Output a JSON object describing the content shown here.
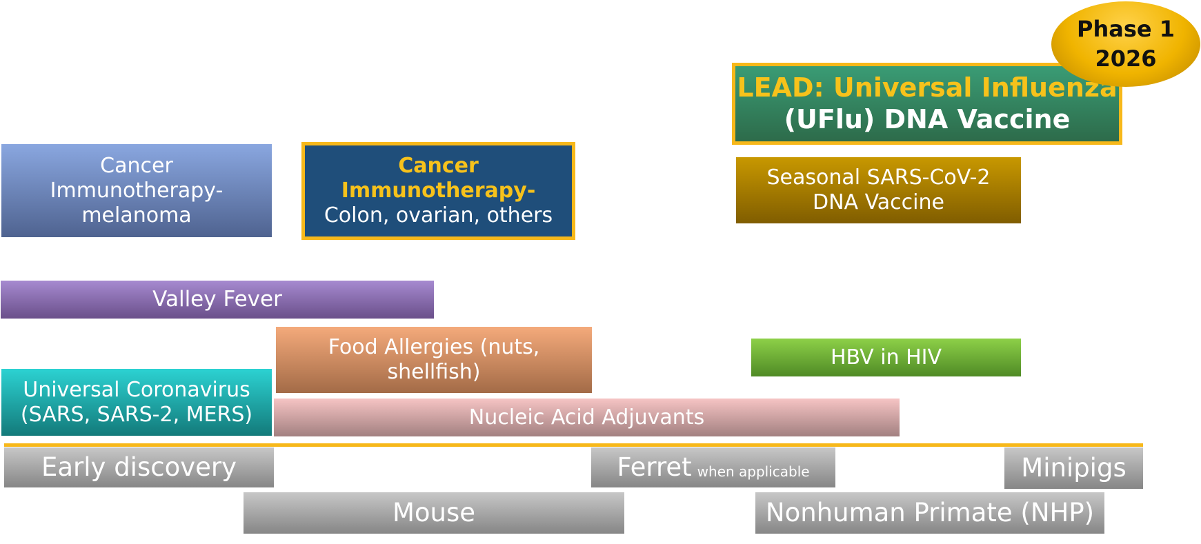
{
  "programs": {
    "melanoma": {
      "lines": [
        "Cancer",
        "Immunotherapy-",
        "melanoma"
      ],
      "color": "#6f87c0"
    },
    "colon": {
      "title_lines": [
        "Cancer",
        "Immunotherapy-"
      ],
      "subtitle": "Colon, ovarian, others",
      "color": "#1f4e7a",
      "border_color": "#f7b81a"
    },
    "lead": {
      "prefix": "LEAD:  Universal Influenza",
      "line2": "(UFlu) DNA Vaccine",
      "color": "#338a62",
      "border_color": "#f7b81a"
    },
    "seasonal_sars2": {
      "lines": [
        "Seasonal SARS-CoV-2",
        "DNA Vaccine"
      ],
      "color": "#a87d00"
    },
    "valley_fever": {
      "label": "Valley Fever",
      "color": "#8f72b3"
    },
    "food_allergies": {
      "lines": [
        "Food Allergies (nuts,",
        "shellfish)"
      ],
      "color": "#d28a5e"
    },
    "hbv": {
      "label": "HBV in HIV",
      "color": "#6fb338"
    },
    "coronavirus": {
      "lines": [
        "Universal Coronavirus",
        "(SARS, SARS-2, MERS)"
      ],
      "color": "#1fa7a7"
    },
    "adjuvants": {
      "label": "Nucleic Acid Adjuvants",
      "color": "#d3a3a3"
    }
  },
  "stages": {
    "early": "Early discovery",
    "ferret": {
      "label": "Ferret",
      "note": "when applicable"
    },
    "minipigs": "Minipigs",
    "mouse": "Mouse",
    "nhp": "Nonhuman Primate (NHP)"
  },
  "badge": {
    "line1": "Phase 1",
    "line2": "2026",
    "color": "#f0b400"
  }
}
